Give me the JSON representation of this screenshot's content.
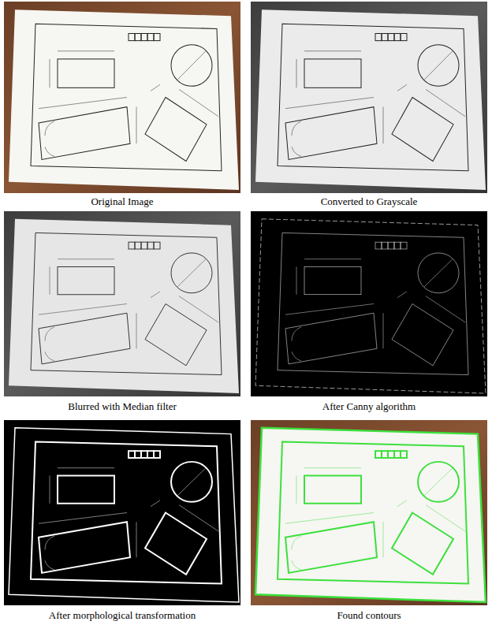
{
  "diagram": {
    "labels": [
      "Original Image",
      "Converted to Grayscale",
      "Blurred with Median filter",
      "After Canny algorithm",
      "After morphological transformation",
      "Found contours"
    ]
  }
}
